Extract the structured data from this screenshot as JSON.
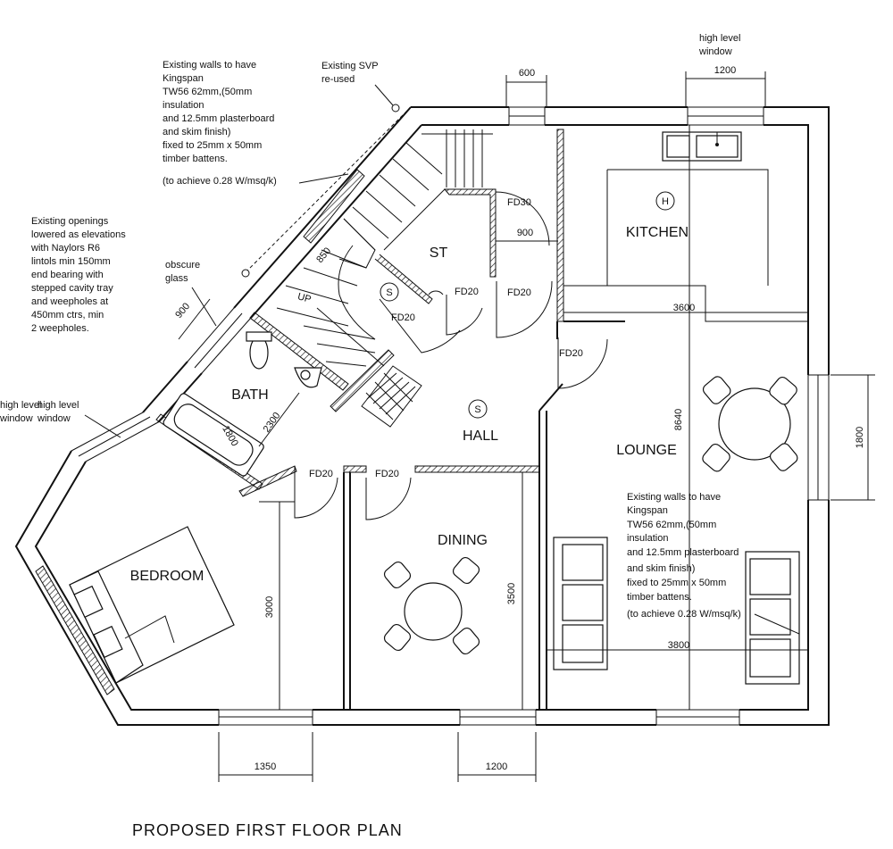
{
  "title": "PROPOSED FIRST FLOOR PLAN",
  "rooms": {
    "kitchen": "KITCHEN",
    "st": "ST",
    "bath": "BATH",
    "hall": "HALL",
    "lounge": "LOUNGE",
    "dining": "DINING",
    "bedroom": "BEDROOM"
  },
  "symbols": {
    "heater": "H",
    "smoke1": "S",
    "smoke2": "S",
    "up": "UP"
  },
  "doors": {
    "fd30": "FD30",
    "fd20_stair": "FD20",
    "fd20_st": "FD20",
    "fd20_kitchen": "FD20",
    "fd20_lounge": "FD20",
    "fd20_bath": "FD20",
    "fd20_dining": "FD20"
  },
  "dims": {
    "d600": "600",
    "d1200_top": "1200",
    "d900_st": "900",
    "d850": "850",
    "d900_window": "900",
    "d3600": "3600",
    "d8640": "8640",
    "d1800_right": "1800",
    "d1800_bath": "1800",
    "d2300": "2300",
    "d3000": "3000",
    "d3500": "3500",
    "d3800": "3800",
    "d1350": "1350",
    "d1200_bottom": "1200"
  },
  "labels": {
    "hl_window_top_1": "high level",
    "hl_window_top_2": "window",
    "hl_left_1": "high level",
    "hl_left_2": "high level",
    "hl_left_3": "window",
    "hl_left_4": "window",
    "obscure_1": "obscure",
    "obscure_2": "glass",
    "svp_1": "Existing SVP",
    "svp_2": "re-used"
  },
  "note_top": [
    "Existing walls to have",
    "Kingspan",
    "TW56 62mm,(50mm",
    "insulation",
    "and 12.5mm plasterboard",
    "and skim finish)",
    "fixed to 25mm x 50mm",
    "timber battens.",
    "(to achieve 0.28 W/msq/k)"
  ],
  "note_left": [
    "Existing openings",
    "lowered as elevations",
    "with Naylors R6",
    "lintols min 150mm",
    "end bearing with",
    "stepped cavity tray",
    "and weepholes at",
    "450mm ctrs, min",
    "2 weepholes."
  ],
  "note_right": [
    "Existing walls to have",
    "Kingspan",
    "TW56 62mm,(50mm",
    "insulation",
    "and 12.5mm plasterboard",
    "and skim finish)",
    "fixed to 25mm x 50mm",
    "timber battens.",
    "(to achieve 0.28 W/msq/k)"
  ]
}
